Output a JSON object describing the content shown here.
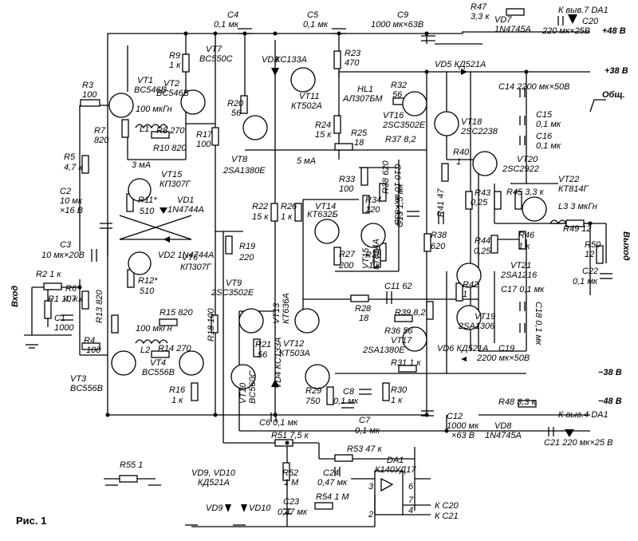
{
  "figure": {
    "caption": "Рис. 1"
  },
  "labels": {
    "c4": "C4",
    "c4v": "0,1 мк",
    "c5": "C5",
    "c5v": "0,1 мк",
    "c9": "C9",
    "c9v": "1000 мк×63В",
    "r47": "R47",
    "r47v": "3,3 к",
    "vd7": "VD7",
    "vd7v": "1N4745A",
    "c20": "C20",
    "c20v": "220 мк×25В",
    "tovyv7": "К выв.7 DA1",
    "p48": "+48 В",
    "vd5": "VD5 КД521А",
    "p38": "+38 В",
    "r9": "R9",
    "r9v": "1 к",
    "vt7": "VT7",
    "vt7v": "BC550C",
    "vd3": "VD3",
    "vd3v": "КС133А",
    "r23": "R23",
    "r23v": "470",
    "vt11": "VT11",
    "vt11v": "КТ502А",
    "hl1": "HL1",
    "hl1v": "АЛ307БМ",
    "c14": "C14 2200 мк×50В",
    "obsh": "Общ.",
    "r3": "R3",
    "r3v": "100",
    "vt1": "VT1",
    "vt1v": "BC546B",
    "vt2": "VT2",
    "vt2v": "BC546B",
    "l1v": "100 мкГн",
    "l1": "L1",
    "r7": "R7",
    "r7v": "820",
    "r8": "R8 270",
    "r10": "R10 820",
    "r20": "R20",
    "r20v": "56",
    "r32": "R32",
    "r32v": "56",
    "vt16": "VT16",
    "vt16v": "2SC3502E",
    "vt18": "VT18",
    "vt18v": "2SC2238",
    "c15": "C15",
    "c15v": "0,1 мк",
    "c16": "C16",
    "c16v": "0,1 мк",
    "r24": "R24",
    "r24v": "15 к",
    "r25": "R25",
    "r25v": "18",
    "r37": "R37 8,2",
    "r5": "R5",
    "r5v": "4,7 к",
    "r17": "R17",
    "r17v": "100",
    "vt8": "VT8",
    "vt8v": "2SA1380E",
    "ma5": "5 мА",
    "ma3": "3 мА",
    "vt15": "VT15",
    "vt15v": "КП307Г",
    "r40": "R40",
    "r40v": "1",
    "vt20": "VT20",
    "vt20v": "2SC2922",
    "c2": "C2",
    "c2v": "10 мк",
    "c2v2": "×16 В",
    "r11": "R11*",
    "r11v": "510",
    "vd1": "VD1",
    "vd1v": "1N4744A",
    "r33": "R33",
    "r33v": "100",
    "c10": "C10 10 мк×63В",
    "r38a": "R38 620",
    "c13": "C13 1,5 мк",
    "r41": "R41 47",
    "vt22": "VT22",
    "vt22v": "КТ814Г",
    "r43": "R43",
    "r43v": "0,25",
    "r45": "R45 3,3 к",
    "l3": "L3 3 мкГн",
    "r22": "R22",
    "r22v": "15 к",
    "r26": "R26",
    "r26v": "1 к",
    "vt14": "VT14",
    "vt14v": "КТ632Б",
    "r34": "R34",
    "r34v": "120",
    "r49": "R49 12",
    "c3": "C3",
    "c3v": "10 мк×20В",
    "vd2": "VD2 1N4744A",
    "vt6": "VT6",
    "vt6v": "КП307Г",
    "r19": "R19",
    "r19v": "220",
    "r35": "R35",
    "r35v": "1 к",
    "vt15b": "VT15",
    "vt15bv": "КТ814А",
    "r38": "R38",
    "r38v": "620",
    "r44": "R44",
    "r44v": "0,25",
    "r46": "R46",
    "r46v": "1 к",
    "r50": "R50",
    "r50v": "12",
    "c22": "C22",
    "c22v": "0,1 мк",
    "vyhod": "Выход",
    "r27": "R27",
    "r27v": "200",
    "vt21": "VT21",
    "vt21v": "2SA1216",
    "r2": "R2 1 к",
    "r12": "R12*",
    "r12v": "510",
    "r6": "R6",
    "r6v": "4,7 к",
    "vt9": "VT9",
    "vt9v": "2SC3502E",
    "c11": "C11 62",
    "r42": "R42",
    "r42v": "1",
    "c17": "C17 0,1 мк",
    "c18": "C18 0,1 мк",
    "vhod": "Вход",
    "r110": "R1 10 к",
    "c1": "C1",
    "c1v": "1000",
    "r13": "R13 820",
    "r15": "R15 820",
    "r18": "R18 100",
    "l2v": "100 мкГн",
    "l2": "L2",
    "r14": "R14 270",
    "r21": "R21",
    "r21v": "56",
    "vt13": "VT13",
    "vt13v": "КТ636А",
    "vt12": "VT12",
    "vt12v": "КТ503А",
    "r28": "R28",
    "r28v": "18",
    "r39": "R39 8,2",
    "r36": "R36 56",
    "vt17": "VT17",
    "vt17v": "2SA1380E",
    "vt19": "VT19",
    "vt19v": "2SA1306",
    "vd6": "VD6 КД521А",
    "c19": "C19",
    "c19v": "2200 мк×50В",
    "r4": "R4",
    "r4v": "100",
    "vt3": "VT3",
    "vt3v": "BC556B",
    "vt4": "VT4",
    "vt4v": "BC556B",
    "r16": "R16",
    "r16v": "1 к",
    "vt10": "VT10",
    "vt10v": "BC560C",
    "vd4": "VD4 КС133А",
    "r29": "R29",
    "r29v": "750",
    "c8": "C8",
    "c8v": "0,1 мк",
    "r30": "R30",
    "r30v": "1 к",
    "r31": "R31 1 к",
    "m38": "−38 В",
    "c6": "C6 0,1 мк",
    "c7": "C7",
    "c7v": "0,1 мк",
    "c12": "C12",
    "c12v": "1000 мк",
    "c12v2": "×63 В",
    "r48": "R48 3,3 к",
    "m48": "−48 В",
    "tovyv4": "К выв.4 DA1",
    "vd8": "VD8",
    "vd8v": "1N4745A",
    "c21": "C21 220 мк×25 В",
    "r51": "R51 7,5 к",
    "r53": "R53 47 к",
    "da1": "DA1",
    "da1v": "К140УД17",
    "r55": "R55 1",
    "vd910": "VD9, VD10",
    "vd910v": "КД521А",
    "r52": "R52",
    "r52v": "1 М",
    "c24": "C24",
    "c24v": "0,47 мк",
    "pin3": "3",
    "pin6": "6",
    "pin2": "2",
    "pin7": "7",
    "pin4": "4",
    "c23": "C23",
    "c23v": "0,47 мк",
    "r54": "R54 1 М",
    "kc20": "К C20",
    "kc21": "К C21",
    "vd9": "VD9",
    "vd10": "VD10"
  }
}
